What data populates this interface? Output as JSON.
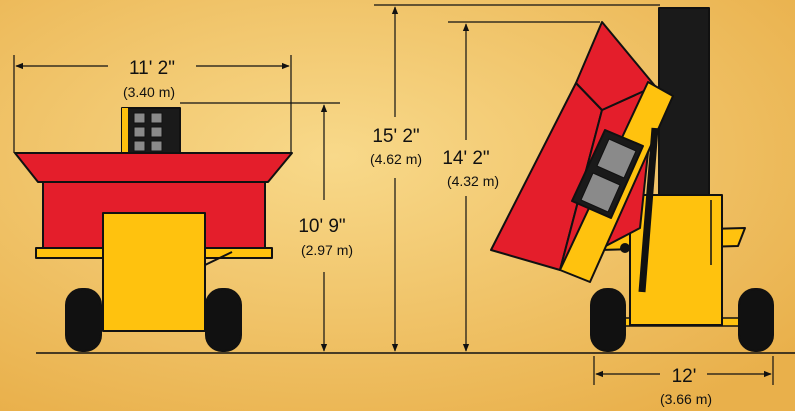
{
  "colors": {
    "background_light": "#F8D98A",
    "background_dark": "#E9B04B",
    "body_red": "#E41E2B",
    "body_yellow": "#FFC20E",
    "outline": "#111111",
    "window_gray": "#8A8A8A",
    "mast": "#1A1A1A"
  },
  "dimensions": {
    "width_left": {
      "imperial": "11' 2\"",
      "metric": "(3.40 m)"
    },
    "height_left": {
      "imperial": "10' 9\"",
      "metric": "(2.97 m)"
    },
    "height_raised_total": {
      "imperial": "15' 2\"",
      "metric": "(4.62 m)"
    },
    "height_raised_bin": {
      "imperial": "14' 2\"",
      "metric": "(4.32 m)"
    },
    "length_right": {
      "imperial": "12'",
      "metric": "(3.66 m)"
    }
  }
}
